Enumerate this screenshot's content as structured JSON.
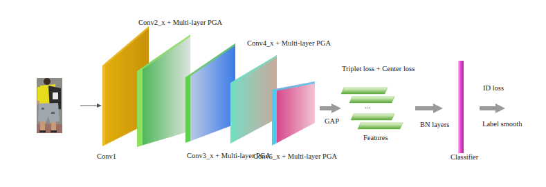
{
  "diagram": {
    "nodes": [
      {
        "text": [
          "Conv1"
        ]
      },
      {
        "text": [
          "Conv2_x + Multi-layer PGA"
        ]
      },
      {
        "text": [
          "Conv3_x + Multi-layer PGA"
        ]
      },
      {
        "text": [
          "Conv4_x + Multi-layer PGA"
        ]
      },
      {
        "text": [
          "Conv5_x + Multi-layer PGA"
        ]
      },
      {
        "text": [
          "Features"
        ]
      },
      {
        "text": [
          "Classifier"
        ]
      }
    ],
    "edges": [
      {
        "from": 4,
        "to": 5,
        "arrow": "to",
        "label": "GAP"
      },
      {
        "from": 5,
        "to": 6,
        "arrow": "to",
        "label": "BN layers"
      }
    ],
    "labels": [
      "Triplet loss + Center loss",
      "...",
      "ID loss",
      "Label smooth"
    ]
  }
}
